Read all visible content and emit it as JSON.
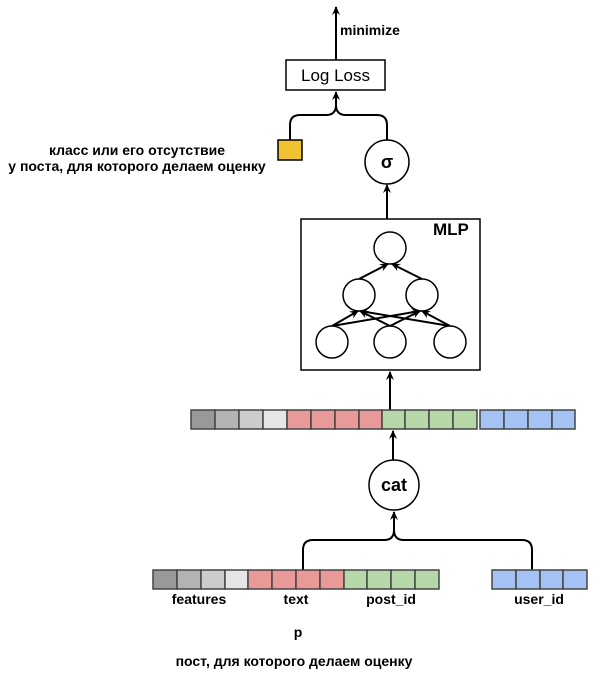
{
  "top_label": "minimize",
  "loss_label": "Log Loss",
  "target_caption": [
    "класс или его отсутствие",
    "у поста, для которого делаем оценку"
  ],
  "sigma_label": "σ",
  "mlp_label": "MLP",
  "cat_label": "cat",
  "input_labels": {
    "features": "features",
    "text": "text",
    "post_id": "post_id",
    "user_id": "user_id"
  },
  "p_label": "p",
  "bottom_caption": "пост, для которого делаем оценку",
  "colors": {
    "features": [
      "#999999",
      "#b3b3b3",
      "#cccccc",
      "#e6e6e6"
    ],
    "text": "#ea9999",
    "post_id": "#b6d7a8",
    "user_id": "#a4c2f4",
    "target": "#f1c232"
  }
}
